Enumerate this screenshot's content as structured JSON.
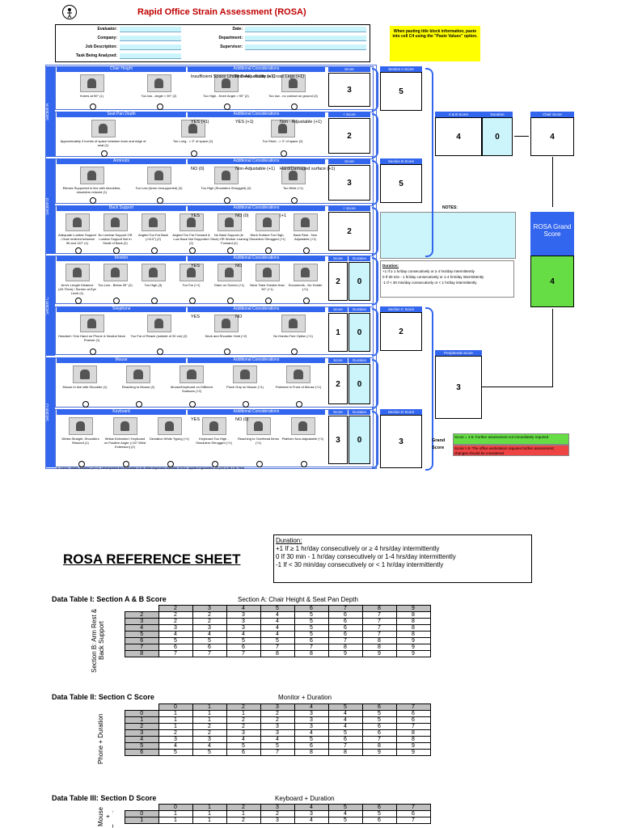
{
  "header": {
    "title": "Rapid Office Strain Assessment (ROSA)",
    "yellow_note": "When pasting title block information, paste into cell C4 using the \"Paste Values\" option."
  },
  "info_fields": {
    "evaluator": "Evaluator:",
    "company": "Company:",
    "job_description": "Job Description:",
    "task": "Task Being Analyzed:",
    "date": "Date:",
    "department": "Department:",
    "supervisor": "Supervisor:"
  },
  "sections": {
    "a": "Section A",
    "b": "Section B",
    "c": "Section C",
    "d": "Section D"
  },
  "rows": [
    {
      "title": "Chair Height",
      "additional": "Additional Considerations",
      "score_label": "Score",
      "score": "3",
      "captions": [
        "Knees at 90° (1)",
        "Too low - Angle < 90° (2)",
        "Too High - Knee Angle > 90° (2)",
        "Too low - no contact on ground (3)"
      ],
      "extras": [
        "Insufficient Space Under Desk - Ability to Cross Legs (+1)",
        "Non-Adjustable (+1)"
      ]
    },
    {
      "title": "Seat Pan Depth",
      "additional": "Additional Considerations",
      "score_label": "+ Score",
      "score": "2",
      "captions": [
        "Approximately 3 inches of space between knee and edge of seat (1)",
        "Too Long - < 3\" of space (2)",
        "Too Short - > 3\" of space (2)"
      ],
      "extras": [
        "YES (+1)",
        "YES (+1)",
        "Non - Adjustable (+1)"
      ]
    },
    {
      "title": "Armrests",
      "additional": "Additional Considerations",
      "score_label": "Score",
      "score": "3",
      "captions": [
        "Elbows Supported in line with shoulders, shoulders relaxed (1)",
        "Too Low (Arms Unsupported) (2)",
        "Too High (Shoulders Shrugged) (2)",
        "Too Wide (+1)"
      ],
      "extras": [
        "NO (0)",
        "Non-Adjustable (+1)",
        "Hard/Damaged surface (+1)"
      ]
    },
    {
      "title": "Back Support",
      "additional": "Additional Considerations",
      "score_label": "+ Score",
      "score": "2",
      "captions": [
        "Adequate Lumbar Support - Chair reclined between 95 and 110° (1)",
        "No Lumbar Support OR Lumbar Support Not in Small of Back (2)",
        "Angled Too Far Back (>110°) (2)",
        "Angled Too Far Forward & Low Back Not Supported (2)",
        "No Back Support (ie. Stool) OR Worker Leaning Forward (2)",
        "Work Surface Too High, Shoulders Shrugged (+1)",
        "Back Rest - Non Adjustable (+1)"
      ],
      "extras": [
        "YES",
        "NO (0)",
        "(+1"
      ]
    },
    {
      "title": "Monitor",
      "additional": "Additional Considerations",
      "score_label": "Score",
      "duration_label": "Duration",
      "score": "2",
      "duration": "0",
      "captions": [
        "Arm's Length Distance (40-75cm) / Screen at Eye Level (1)",
        "Too Low - Below 30° (2)",
        "Too High (3)",
        "Too Far (+1)",
        "Glare on Screen (+1)",
        "Neck Twist Greater than 30° (+1)",
        "Documents - No Holder (+1)"
      ],
      "extras": [
        "YES",
        "NO"
      ]
    },
    {
      "title": "Telephone",
      "additional": "Additional Considerations",
      "score_label": "Score",
      "duration_label": "Duration",
      "score": "1",
      "duration": "0",
      "captions": [
        "Headset / One Hand on Phone & Neutral Neck Posture (1)",
        "Too Far of Reach (outside of 30 cm) (2)",
        "Neck and Shoulder Hold (+2)",
        "No Hands-Free Option (+1)"
      ],
      "extras": [
        "YES",
        "NO"
      ]
    },
    {
      "title": "Mouse",
      "additional": "Additional Considerations",
      "score_label": "Score",
      "duration_label": "Duration",
      "score": "2",
      "duration": "0",
      "captions": [
        "Mouse in line with Shoulder (1)",
        "Reaching to Mouse (2)",
        "Mouse/Keyboard on Different Surfaces (+2)",
        "Pinch Grip on Mouse (+1)",
        "Palmrest in Front of Mouse (+1)"
      ]
    },
    {
      "title": "Keyboard",
      "additional": "Additional Considerations",
      "score_label": "Score",
      "duration_label": "Duration",
      "score": "3",
      "duration": "0",
      "captions": [
        "Wrists Straight, Shoulders Relaxed (1)",
        "Wrists Extended / Keyboard on Positive Angle (>15° Wrist Extension) (2)",
        "Deviation While Typing (+1)",
        "Keyboard Too High - Shoulders Shrugged (+1)",
        "Reaching to Overhead Items (+1)",
        "Platform Non-Adjustable (+1)"
      ],
      "extras": [
        "YES",
        "NO (0)"
      ]
    }
  ],
  "section_scores": {
    "a_label": "Section A Score",
    "a": "5",
    "b_label": "Section B Score",
    "b": "5",
    "c_label": "Section C Score",
    "c": "2",
    "d_label": "Section D Score",
    "d": "3",
    "ab_label": "A & B Score",
    "ab": "4",
    "duration_label": "Duration",
    "duration": "0",
    "chair_label": "Chair Score",
    "chair": "4",
    "peripherals_label": "Peripherals Score",
    "peripherals": "3",
    "grand_label": "ROSA Grand Score",
    "grand": "4"
  },
  "notes_label": "NOTES:",
  "duration_box": {
    "title": "Duration:",
    "lines": [
      "+1 If ≥ 1 hr/day consecutively or ≥ 4 hrs/day intermittently",
      "0 If 30 min - 1 hr/day consecutively or 1-4 hrs/day intermittently",
      "-1 If < 30 min/day consecutively or < 1 hr/day intermittently"
    ]
  },
  "grand_legend": {
    "label": "Grand Score",
    "green": "Score = 1-5: Further assessment not immediately required",
    "red": "Score > 5: The office workstation requires further assessment; changes should be considered"
  },
  "footer_ref": "S. Sonne, Villalta, Andrews (2012). Development and evaluation of an office ergonomic checklist: ROSA. Applied Ergonomics, 43 (2012) 98-108. Print.",
  "reference": {
    "title": "ROSA REFERENCE SHEET",
    "duration_title": "Duration:",
    "duration_lines": [
      "+1 If ≥ 1 hr/day consecutively or ≥ 4 hrs/day intermittently",
      "0 If 30 min - 1 hr/day consecutively or 1-4 hrs/day intermittently",
      "-1 If < 30 min/day consecutively or < 1 hr/day intermittently"
    ],
    "table1": {
      "title": "Data Table I: Section A & B Score",
      "col_title": "Section A: Chair Height & Seat Pan Depth",
      "row_title": "Section B: Arm Rest & Back Support",
      "cols": [
        "2",
        "3",
        "4",
        "5",
        "6",
        "7",
        "8",
        "9"
      ],
      "rows": [
        {
          "h": "2",
          "v": [
            "2",
            "2",
            "3",
            "4",
            "5",
            "6",
            "7",
            "8"
          ]
        },
        {
          "h": "3",
          "v": [
            "2",
            "2",
            "3",
            "4",
            "5",
            "6",
            "7",
            "8"
          ]
        },
        {
          "h": "4",
          "v": [
            "3",
            "3",
            "3",
            "4",
            "5",
            "6",
            "7",
            "8"
          ]
        },
        {
          "h": "5",
          "v": [
            "4",
            "4",
            "4",
            "4",
            "5",
            "6",
            "7",
            "8"
          ]
        },
        {
          "h": "6",
          "v": [
            "5",
            "5",
            "5",
            "5",
            "6",
            "7",
            "8",
            "9"
          ]
        },
        {
          "h": "7",
          "v": [
            "6",
            "6",
            "6",
            "7",
            "7",
            "8",
            "8",
            "9"
          ]
        },
        {
          "h": "8",
          "v": [
            "7",
            "7",
            "7",
            "8",
            "8",
            "9",
            "9",
            "9"
          ]
        }
      ]
    },
    "table2": {
      "title": "Data Table II: Section C Score",
      "col_title": "Monitor + Duration",
      "row_title": "Phone + Duration",
      "cols": [
        "0",
        "1",
        "2",
        "3",
        "4",
        "5",
        "6",
        "7"
      ],
      "rows": [
        {
          "h": "0",
          "v": [
            "1",
            "1",
            "1",
            "2",
            "3",
            "4",
            "5",
            "6"
          ]
        },
        {
          "h": "1",
          "v": [
            "1",
            "1",
            "2",
            "2",
            "3",
            "4",
            "5",
            "6"
          ]
        },
        {
          "h": "2",
          "v": [
            "1",
            "2",
            "2",
            "3",
            "3",
            "4",
            "6",
            "7"
          ]
        },
        {
          "h": "3",
          "v": [
            "2",
            "2",
            "3",
            "3",
            "4",
            "5",
            "6",
            "8"
          ]
        },
        {
          "h": "4",
          "v": [
            "3",
            "3",
            "4",
            "4",
            "5",
            "6",
            "7",
            "8"
          ]
        },
        {
          "h": "5",
          "v": [
            "4",
            "4",
            "5",
            "5",
            "6",
            "7",
            "8",
            "9"
          ]
        },
        {
          "h": "6",
          "v": [
            "5",
            "5",
            "6",
            "7",
            "8",
            "8",
            "9",
            "9"
          ]
        }
      ]
    },
    "table3": {
      "title": "Data Table III: Section D Score",
      "col_title": "Keyboard + Duration",
      "row_title": "Mouse + Duration",
      "cols": [
        "0",
        "1",
        "2",
        "3",
        "4",
        "5",
        "6",
        "7"
      ],
      "rows": [
        {
          "h": "0",
          "v": [
            "1",
            "1",
            "1",
            "2",
            "3",
            "4",
            "5",
            "6"
          ]
        },
        {
          "h": "1",
          "v": [
            "1",
            "1",
            "2",
            "3",
            "4",
            "5",
            "6",
            "7"
          ]
        }
      ]
    }
  }
}
